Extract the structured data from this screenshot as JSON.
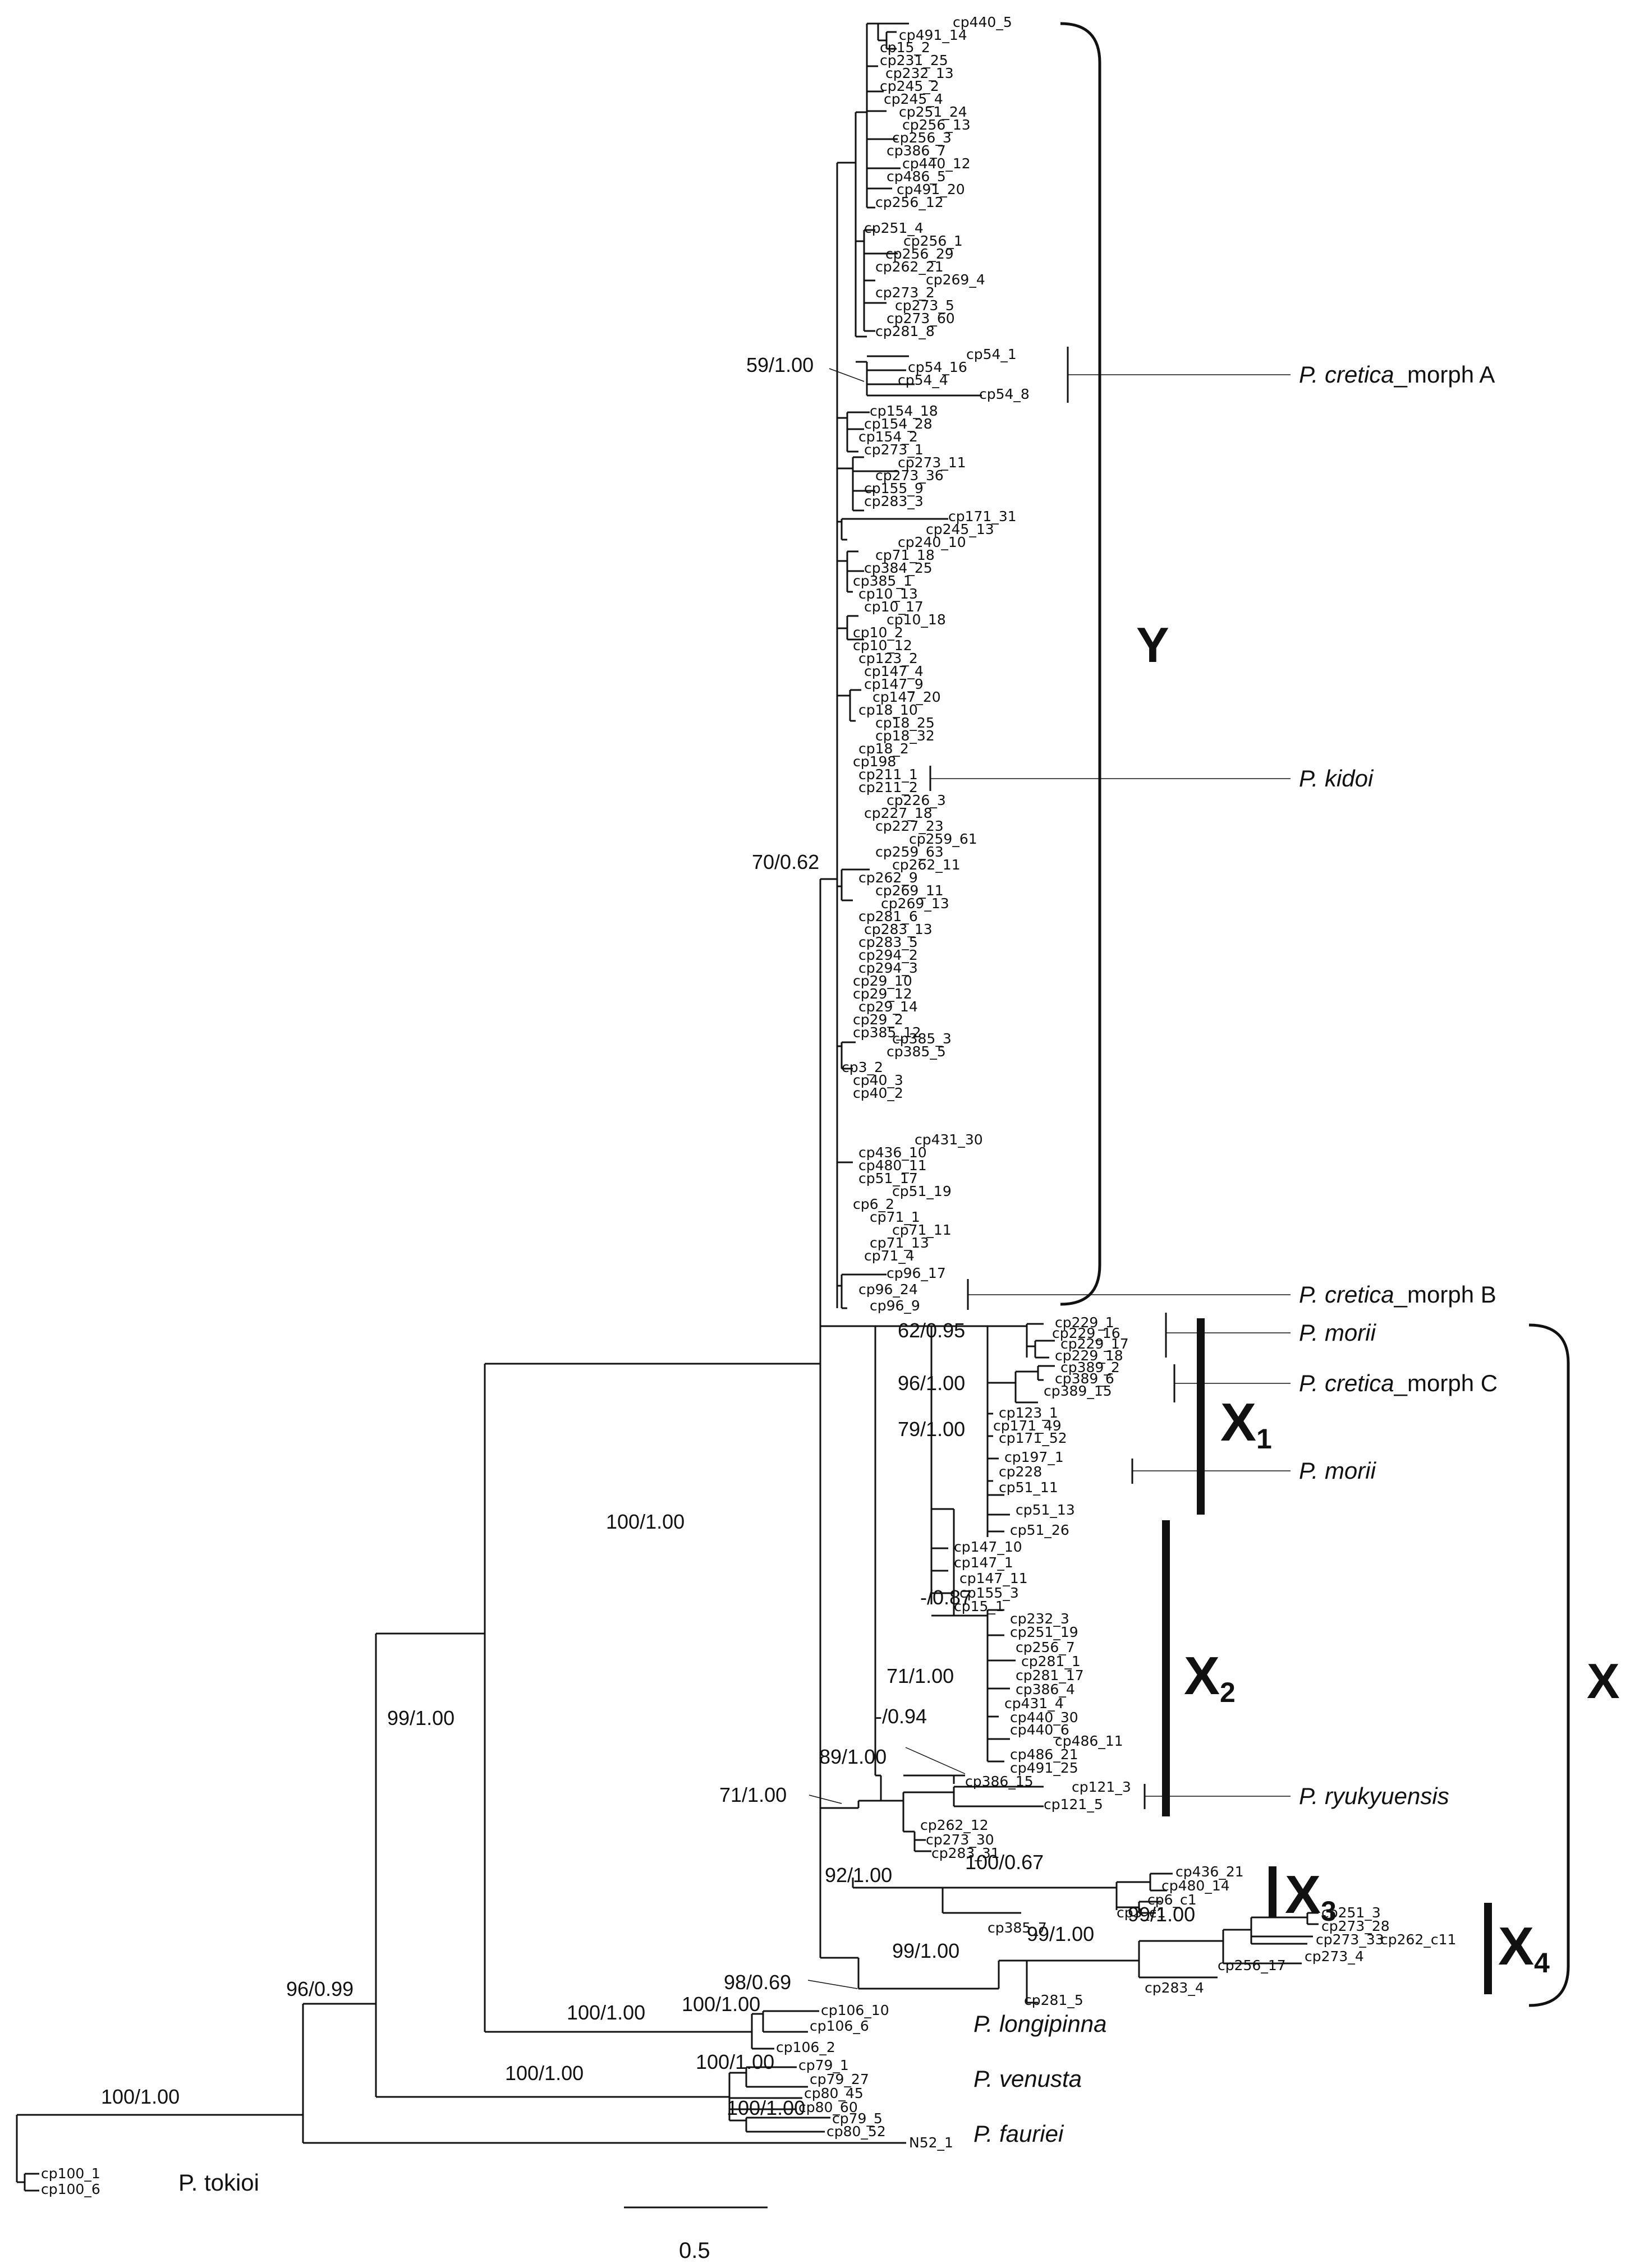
{
  "tree": {
    "y_clade_leaves": [
      "cp440_5",
      "cp491_14",
      "cp15_2",
      "cp231_25",
      "cp232_13",
      "cp245_2",
      "cp245_4",
      "cp251_24",
      "cp256_13",
      "cp256_3",
      "cp386_7",
      "cp440_12",
      "cp486_5",
      "cp491_20",
      "cp256_12",
      "cp251_4",
      "cp256_1",
      "cp256_29",
      "cp262_21",
      "cp269_4",
      "cp273_2",
      "cp273_5",
      "cp273_60",
      "cp281_8",
      "cp54_1",
      "cp54_16",
      "cp54_4",
      "cp54_8",
      "cp154_18",
      "cp154_28",
      "cp154_2",
      "cp273_1",
      "cp273_11",
      "cp273_36",
      "cp155_9",
      "cp283_3",
      "cp171_31",
      "cp245_13",
      "cp240_10",
      "cp71_18",
      "cp384_25",
      "cp385_1",
      "cp10_13",
      "cp10_17",
      "cp10_18",
      "cp10_2",
      "cp10_12",
      "cp123_2",
      "cp147_4",
      "cp147_9",
      "cp147_20",
      "cp18_10",
      "cp18_25",
      "cp18_32",
      "cp18_2",
      "cp198",
      "cp211_1",
      "cp211_2",
      "cp226_3",
      "cp227_18",
      "cp227_23",
      "cp259_61",
      "cp259_63",
      "cp262_11",
      "cp262_9",
      "cp269_11",
      "cp269_13",
      "cp281_6",
      "cp283_13",
      "cp283_5",
      "cp294_2",
      "cp294_3",
      "cp29_10",
      "cp29_12",
      "cp29_14",
      "cp29_2",
      "cp385_12",
      "cp385_3",
      "cp385_5",
      "cp3_2",
      "cp40_3",
      "cp40_2",
      "cp431_30",
      "cp436_10",
      "cp480_11",
      "cp51_17",
      "cp51_19",
      "cp6_2",
      "cp71_1",
      "cp71_11",
      "cp71_13",
      "cp71_4",
      "cp96_17",
      "cp96_24",
      "cp96_9"
    ],
    "x1_leaves": [
      "cp229_1",
      "cp229_16",
      "cp229_17",
      "cp229_18",
      "cp389_2",
      "cp389_6",
      "cp389_15",
      "cp123_1",
      "cp171_49",
      "cp171_52",
      "cp197_1",
      "cp228",
      "cp51_11",
      "cp51_13",
      "cp51_26"
    ],
    "x2_leaves": [
      "cp147_10",
      "cp147_1",
      "cp147_11",
      "cp155_3",
      "cp15_1",
      "cp232_3",
      "cp251_19",
      "cp256_7",
      "cp281_1",
      "cp281_17",
      "cp386_4",
      "cp431_4",
      "cp440_30",
      "cp440_6",
      "cp486_11",
      "cp486_21",
      "cp491_25",
      "cp386_15",
      "cp121_3",
      "cp121_5",
      "cp262_12",
      "cp273_30",
      "cp283_31"
    ],
    "x3_leaves": [
      "cp436_21",
      "cp480_14",
      "cp6_c1",
      "cp3_c1",
      "cp385_7"
    ],
    "x4_leaves": [
      "cp251_3",
      "cp273_28",
      "cp273_33",
      "cp262_c11",
      "cp273_4",
      "cp256_17",
      "cp283_4",
      "cp281_5"
    ],
    "outgroup_leaves": [
      "cp106_10",
      "cp106_6",
      "cp106_2",
      "cp79_1",
      "cp79_27",
      "cp80_45",
      "cp80_60",
      "cp79_5",
      "cp80_52",
      "N52_1",
      "cp100_1",
      "cp100_6"
    ]
  },
  "support_values": {
    "s59": "59/1.00",
    "s70": "70/0.62",
    "s62": "62/0.95",
    "s96a": "96/1.00",
    "s79": "79/1.00",
    "s87": "-/0.87",
    "s71a": "71/1.00",
    "s94": "-/0.94",
    "s89": "89/1.00",
    "s71b": "71/1.00",
    "s100a": "100/1.00",
    "s100b": "100/0.67",
    "s92": "92/1.00",
    "s99a": "99/1.00",
    "s99b": "99/1.00",
    "s98": "98/0.69",
    "s99c": "99/1.00",
    "s99d": "99/1.00",
    "s96b": "96/0.99",
    "s100c": "100/1.00",
    "s100d": "100/1.00",
    "s100e": "100/1.00",
    "s100f": "100/1.00",
    "s100g": "100/1.00",
    "s100h": "100/1.00"
  },
  "species_labels": {
    "morphA_g": "P.",
    "morphA_i": "cretica",
    "morphA_s": "_morph A",
    "kidoi": "P. kidoi",
    "morphB_g": "P.",
    "morphB_i": "cretica",
    "morphB_s": "_morph B",
    "morii1": "P. morii",
    "morphC_g": "P.",
    "morphC_i": "cretica",
    "morphC_s": "_morph C",
    "morii2": "P. morii",
    "ryukyuensis": "P. ryukyuensis",
    "longipinna": "P. longipinna",
    "venusta": "P. venusta",
    "fauriei": "P. fauriei",
    "tokioi": "P. tokioi"
  },
  "clade_labels": {
    "Y": "Y",
    "X": "X",
    "X1": "X",
    "X1_sub": "1",
    "X2": "X",
    "X2_sub": "2",
    "X3": "X",
    "X3_sub": "3",
    "X4": "X",
    "X4_sub": "4"
  },
  "scale_bar": {
    "label": "0.5"
  }
}
